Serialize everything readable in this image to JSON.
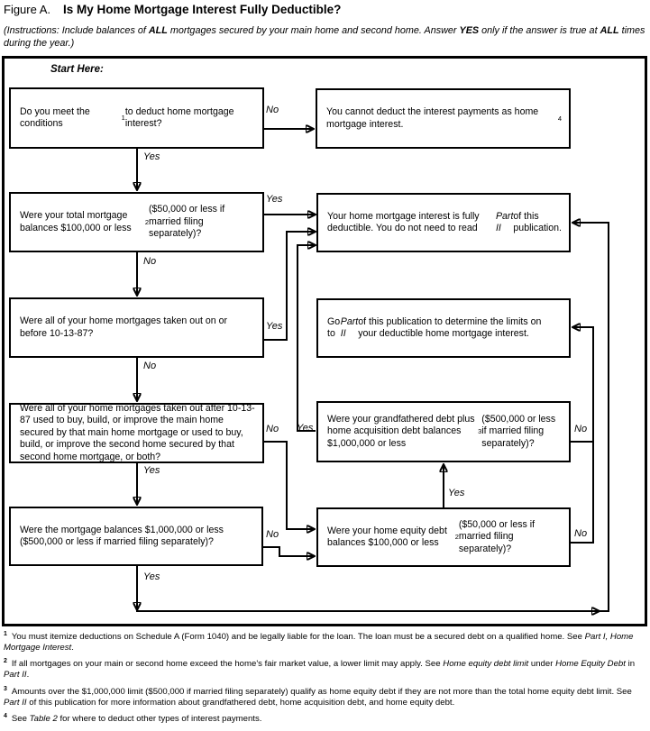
{
  "page": {
    "title_prefix": "Figure A.",
    "title_main": "Is My Home Mortgage Interest Fully Deductible?",
    "instructions": "(Instructions: Include balances of **ALL** mortgages secured by your main home and second home. Answer **YES** only if the answer is true at **ALL** times during the year.)",
    "start_here": "Start Here:"
  },
  "colors": {
    "ink": "#000000",
    "background": "#ffffff"
  },
  "flowchart": {
    "labels": {
      "yes": "Yes",
      "no": "No"
    },
    "boxes": [
      {
        "id": "q-conditions",
        "text": "Do you meet the conditions^1^ to deduct home mortgage interest?"
      },
      {
        "id": "end-cannot-deduct",
        "text": "You cannot deduct the interest payments as home mortgage interest.^4^"
      },
      {
        "id": "q-total-balances",
        "text": "Were your total mortgage balances $100,000 or less^2^ ($50,000 or less if married filing separately)?"
      },
      {
        "id": "end-fully-deductible",
        "text": "Your home mortgage interest is fully deductible. You do not need to read *Part II* of this publication."
      },
      {
        "id": "q-before-101387",
        "text": "Were all of your home mortgages taken out on or before 10-13-87?"
      },
      {
        "id": "end-go-part2",
        "text": "Go to *Part II* of this publication to determine the limits on your deductible home mortgage interest."
      },
      {
        "id": "q-after-101387",
        "text": "Were all of your home mortgages taken out after 10-13-87 used to buy, build, or improve the main home secured by that main home mortgage or used to buy, build, or improve the second home secured by that second home mortgage, or both?"
      },
      {
        "id": "q-grandfathered",
        "text": "Were your grandfathered debt plus home acquisition debt balances $1,000,000 or less^3^ ($500,000 or less if married filing separately)?"
      },
      {
        "id": "q-mortgage-1m",
        "text": "Were the mortgage balances $1,000,000 or less ($500,000 or less if married filing separately)?"
      },
      {
        "id": "q-home-equity",
        "text": "Were your home equity debt balances $100,000 or less^2^ ($50,000 or less if married filing separately)?"
      }
    ]
  },
  "footnotes": [
    {
      "num": "1",
      "text": "You must itemize deductions on Schedule A (Form 1040) and be legally liable for the loan. The loan must be a secured debt on a qualified home. See *Part I, Home Mortgage Interest*."
    },
    {
      "num": "2",
      "text": "If all mortgages on your main or second home exceed the home's fair market value, a lower limit may apply. See *Home equity debt limit* under *Home Equity Debt* in *Part II*."
    },
    {
      "num": "3",
      "text": "Amounts over the $1,000,000 limit ($500,000 if married filing separately) qualify as home equity debt if they are not more than the total home equity debt limit. See *Part II* of this publication for more information about grandfathered debt, home acquisition debt, and home equity debt."
    },
    {
      "num": "4",
      "text": "See *Table 2* for where to deduct other types of interest payments."
    }
  ]
}
